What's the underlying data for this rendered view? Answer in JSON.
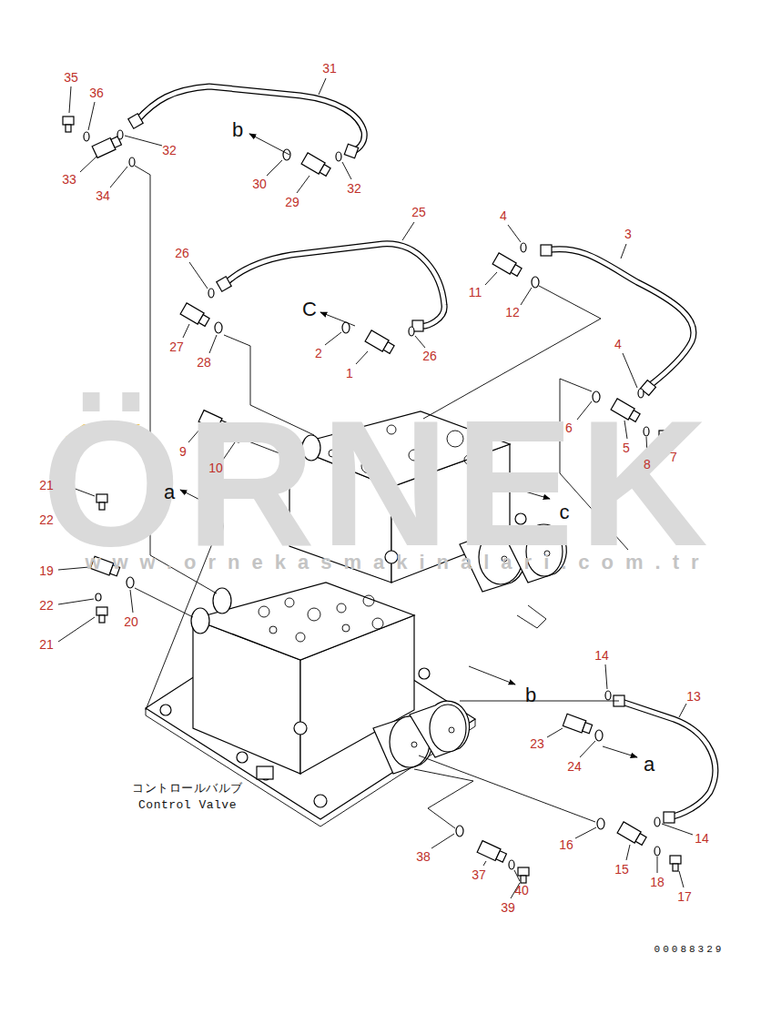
{
  "diagram": {
    "labels": [
      "35",
      "36",
      "31",
      "32",
      "b",
      "30",
      "29",
      "32",
      "33",
      "34",
      "25",
      "4",
      "3",
      "26",
      "11",
      "12",
      "C",
      "27",
      "4",
      "2",
      "26",
      "28",
      "1",
      "6",
      "5",
      "9",
      "7",
      "8",
      "10",
      "21",
      "a",
      "c",
      "22",
      "19",
      "22",
      "20",
      "21",
      "14",
      "13",
      "b",
      "23",
      "24",
      "a",
      "コントロールバルブ",
      "Control Valve",
      "16",
      "14",
      "38",
      "15",
      "37",
      "18",
      "40",
      "17",
      "39",
      "00088329",
      "ÖRNEK",
      "www.ornekasmakinalari.com.tr"
    ]
  }
}
